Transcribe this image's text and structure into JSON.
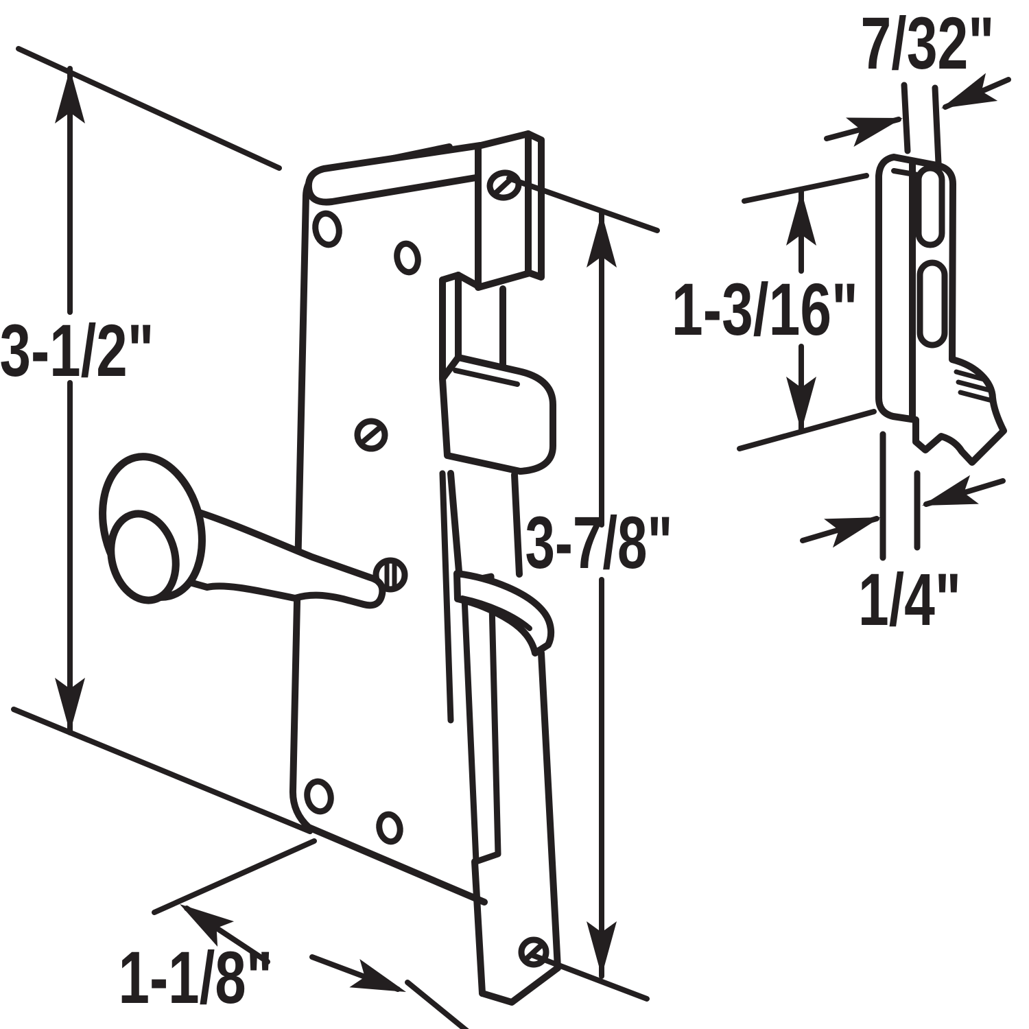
{
  "page": {
    "background_color": "#ffffff",
    "line_color": "#231f20",
    "content_type": "technical line drawing of a sliding door mortise lock body and keeper with dimension callouts"
  },
  "dimensions": {
    "plate_height": "3-1/2\"",
    "keeper_thickness": "7/32\"",
    "keeper_height": "1-3/16\"",
    "faceplate_height": "3-7/8\"",
    "hook_offset": "1/4\"",
    "plate_bottom_width": "1-1/8\""
  }
}
